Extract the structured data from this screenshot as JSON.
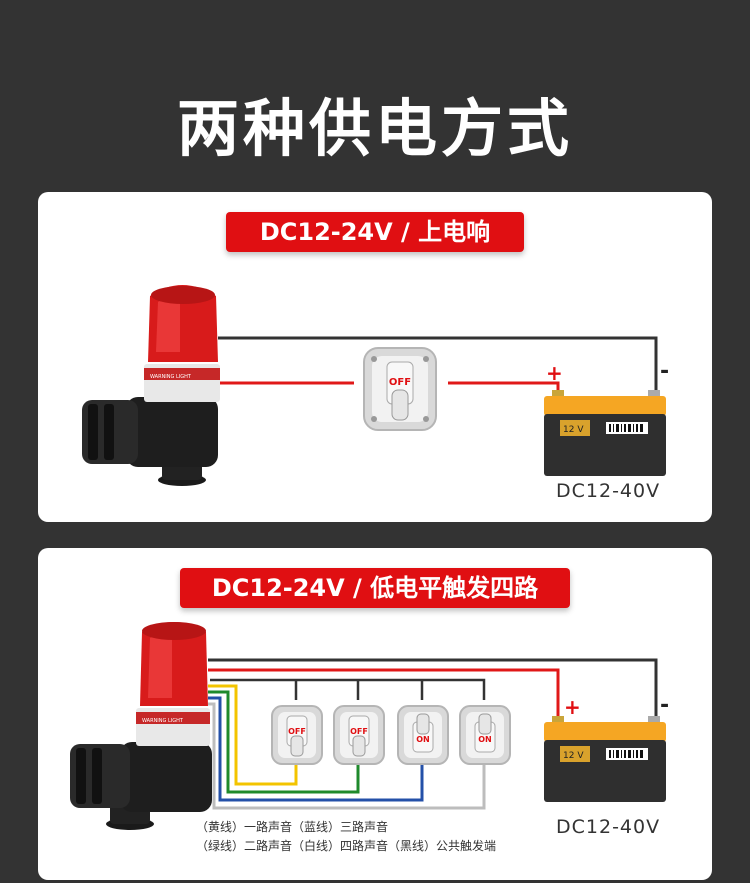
{
  "title": "两种供电方式",
  "section1": {
    "banner": "DC12-24V / 上电响",
    "switch_label": "OFF",
    "battery_label": "12 V",
    "plus": "+",
    "minus": "-",
    "voltage": "DC12-40V",
    "lamp_label": "WARNING LIGHT"
  },
  "section2": {
    "banner": "DC12-24V / 低电平触发四路",
    "switches": [
      "OFF",
      "OFF",
      "ON",
      "ON"
    ],
    "battery_label": "12 V",
    "plus": "+",
    "minus": "-",
    "voltage": "DC12-40V",
    "lamp_label": "WARNING LIGHT",
    "note_line1": "（黄线）一路声音（蓝线）三路声音",
    "note_line2": "（绿线）二路声音（白线）四路声音（黑线）公共触发端"
  },
  "colors": {
    "background": "#333333",
    "banner": "#e00f12",
    "wire_red": "#e01818",
    "wire_black": "#333333",
    "wire_yellow": "#f3c400",
    "wire_green": "#1f8a2c",
    "wire_blue": "#2450a8",
    "wire_white": "#bdbdbd",
    "battery_top": "#f5a623"
  }
}
